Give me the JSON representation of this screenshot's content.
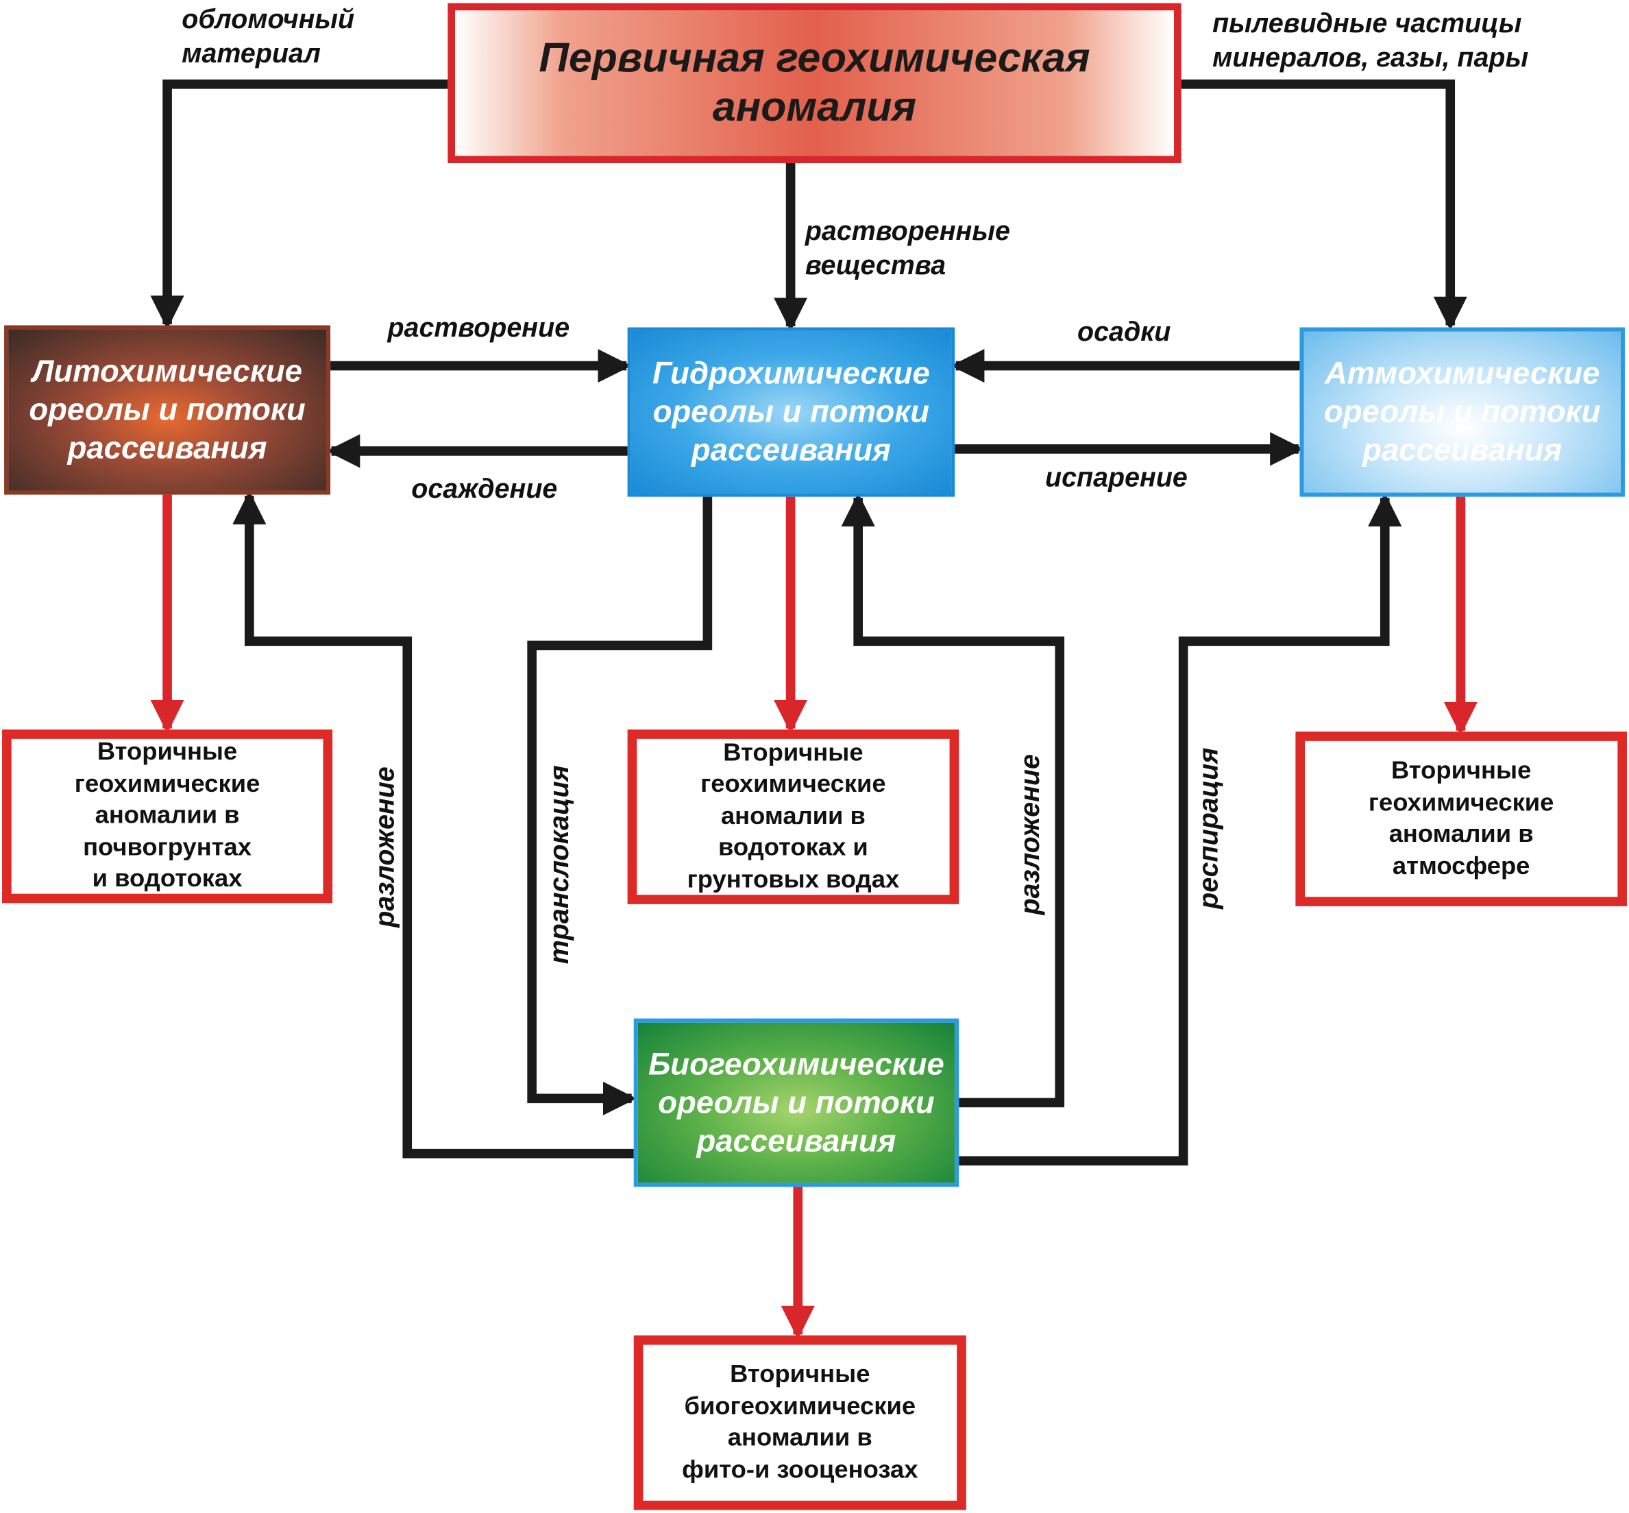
{
  "primary": {
    "line1": "Первичная геохимическая",
    "line2": "аномалия"
  },
  "halos": {
    "litho": [
      "Литохимические",
      "ореолы и потоки",
      "рассеивания"
    ],
    "hydro": [
      "Гидрохимические",
      "ореолы и потоки",
      "рассеивания"
    ],
    "atmo": [
      "Атмохимические",
      "ореолы и потоки",
      "рассеивания"
    ],
    "bio": [
      "Биогеохимические",
      "ореолы и потоки",
      "рассеивания"
    ]
  },
  "secondary": {
    "soil": [
      "Вторичные",
      "геохимические",
      "аномалии в",
      "почвогрунтах",
      "и водотоках"
    ],
    "water": [
      "Вторичные",
      "геохимические",
      "аномалии в",
      "водотоках и",
      "грунтовых водах"
    ],
    "atmosphere": [
      "Вторичные",
      "геохимические",
      "аномалии в",
      "атмосфере"
    ],
    "biota": [
      "Вторичные",
      "биогеохимические",
      "аномалии в",
      "фито-и зооценозах"
    ]
  },
  "flows": {
    "clastic": [
      "обломочный",
      "материал"
    ],
    "dust": [
      "пылевидные частицы",
      "минералов, газы, пары"
    ],
    "dissolved": [
      "растворенные",
      "вещества"
    ],
    "dissolution": "растворение",
    "precipitation_chem": "осаждение",
    "rainfall": "осадки",
    "evaporation": "испарение",
    "decomposition_left": "разложение",
    "translocation": "транслокация",
    "decomposition_right": "разложение",
    "respiration": "респирация"
  },
  "colors": {
    "primary_border": "#d8262b",
    "secondary_border": "#dd2a26",
    "red_arrow": "#d8262b",
    "black_arrow": "#1a1a1a",
    "hydro_fill": "#1a8ad6",
    "bio_fill": "#15823a",
    "litho_fill": "#3a2a26",
    "atmo_fill": "#6cbced"
  }
}
